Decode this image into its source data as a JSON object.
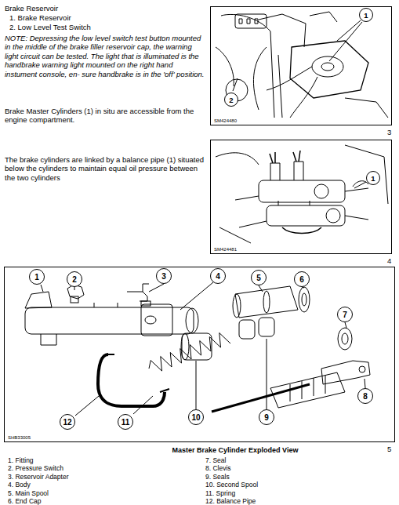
{
  "diagram": {
    "caption": "Master Brake Cylinder Exploded View",
    "nodes": [
      {
        "text": [
          "SM424480"
        ]
      },
      {
        "text": [
          "1"
        ],
        "in": 0
      },
      {
        "text": [
          "2"
        ],
        "in": 0
      },
      {
        "text": [
          "SM424481"
        ]
      },
      {
        "text": [
          "1"
        ],
        "in": 3
      },
      {
        "text": [
          "SHB33005"
        ]
      },
      {
        "text": [
          "1"
        ],
        "in": 5
      },
      {
        "text": [
          "2"
        ],
        "in": 5
      },
      {
        "text": [
          "3"
        ],
        "in": 5
      },
      {
        "text": [
          "4"
        ],
        "in": 5
      },
      {
        "text": [
          "5"
        ],
        "in": 5
      },
      {
        "text": [
          "6"
        ],
        "in": 5
      },
      {
        "text": [
          "7"
        ],
        "in": 5
      },
      {
        "text": [
          "8"
        ],
        "in": 5
      },
      {
        "text": [
          "9"
        ],
        "in": 5
      },
      {
        "text": [
          "10"
        ],
        "in": 5
      },
      {
        "text": [
          "11"
        ],
        "in": 5
      },
      {
        "text": [
          "12"
        ],
        "in": 5
      }
    ],
    "edges": [],
    "labels": [
      "Brake Reservoir",
      "1. Brake Reservoir",
      "2. Low Level Test Switch",
      "NOTE: Depressing the low level switch test button mounted in the middle of the brake filler reservoir cap, the warning light circuit can be tested. The light that is illuminated is the handbrake warning light mounted on the right hand instument console, en- sure handbrake is in the 'off' position.",
      "Brake Master Cylinders (1) in situ are accessible from the engine compartment.",
      "3",
      "The brake cylinders are linked by a balance pipe (1) situated below the cylinders to maintain equal oil pressure between the two cylinders",
      "4",
      "5",
      "1. Fitting",
      "2. Pressure Switch",
      "3. Reservoir Adapter",
      "4. Body",
      "5. Main Spool",
      "6. End Cap",
      "7. Seal",
      "8. Clevis",
      "9. Seals",
      "10. Second Spool",
      "11. Spring",
      "12. Balance Pipe"
    ]
  }
}
